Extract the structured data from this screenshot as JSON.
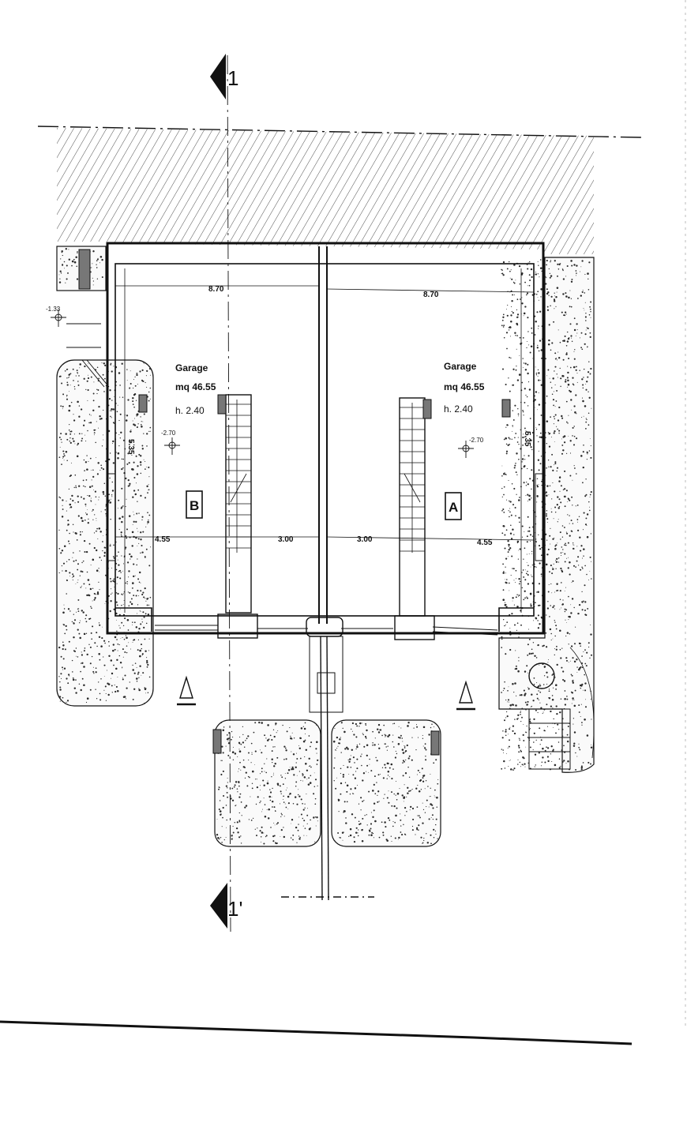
{
  "section_marks": {
    "top": "1",
    "bottom": "1'"
  },
  "unit_b": {
    "letter": "B",
    "room_name": "Garage",
    "area": "mq 46.55",
    "height": "h. 2.40",
    "level": "-2.70",
    "dim_width": "8.70",
    "dim_depth": "5.35",
    "dim_left": "4.55",
    "dim_right": "3.00"
  },
  "unit_a": {
    "letter": "A",
    "room_name": "Garage",
    "area": "mq 46.55",
    "height": "h. 2.40",
    "level": "-2.70",
    "dim_width": "8.70",
    "dim_depth": "5.35",
    "dim_left": "3.00",
    "dim_right": "4.55"
  },
  "external_level": "-1.33",
  "colors": {
    "ink": "#111111",
    "paper": "#ffffff",
    "speckle": "#2a2a2a"
  }
}
